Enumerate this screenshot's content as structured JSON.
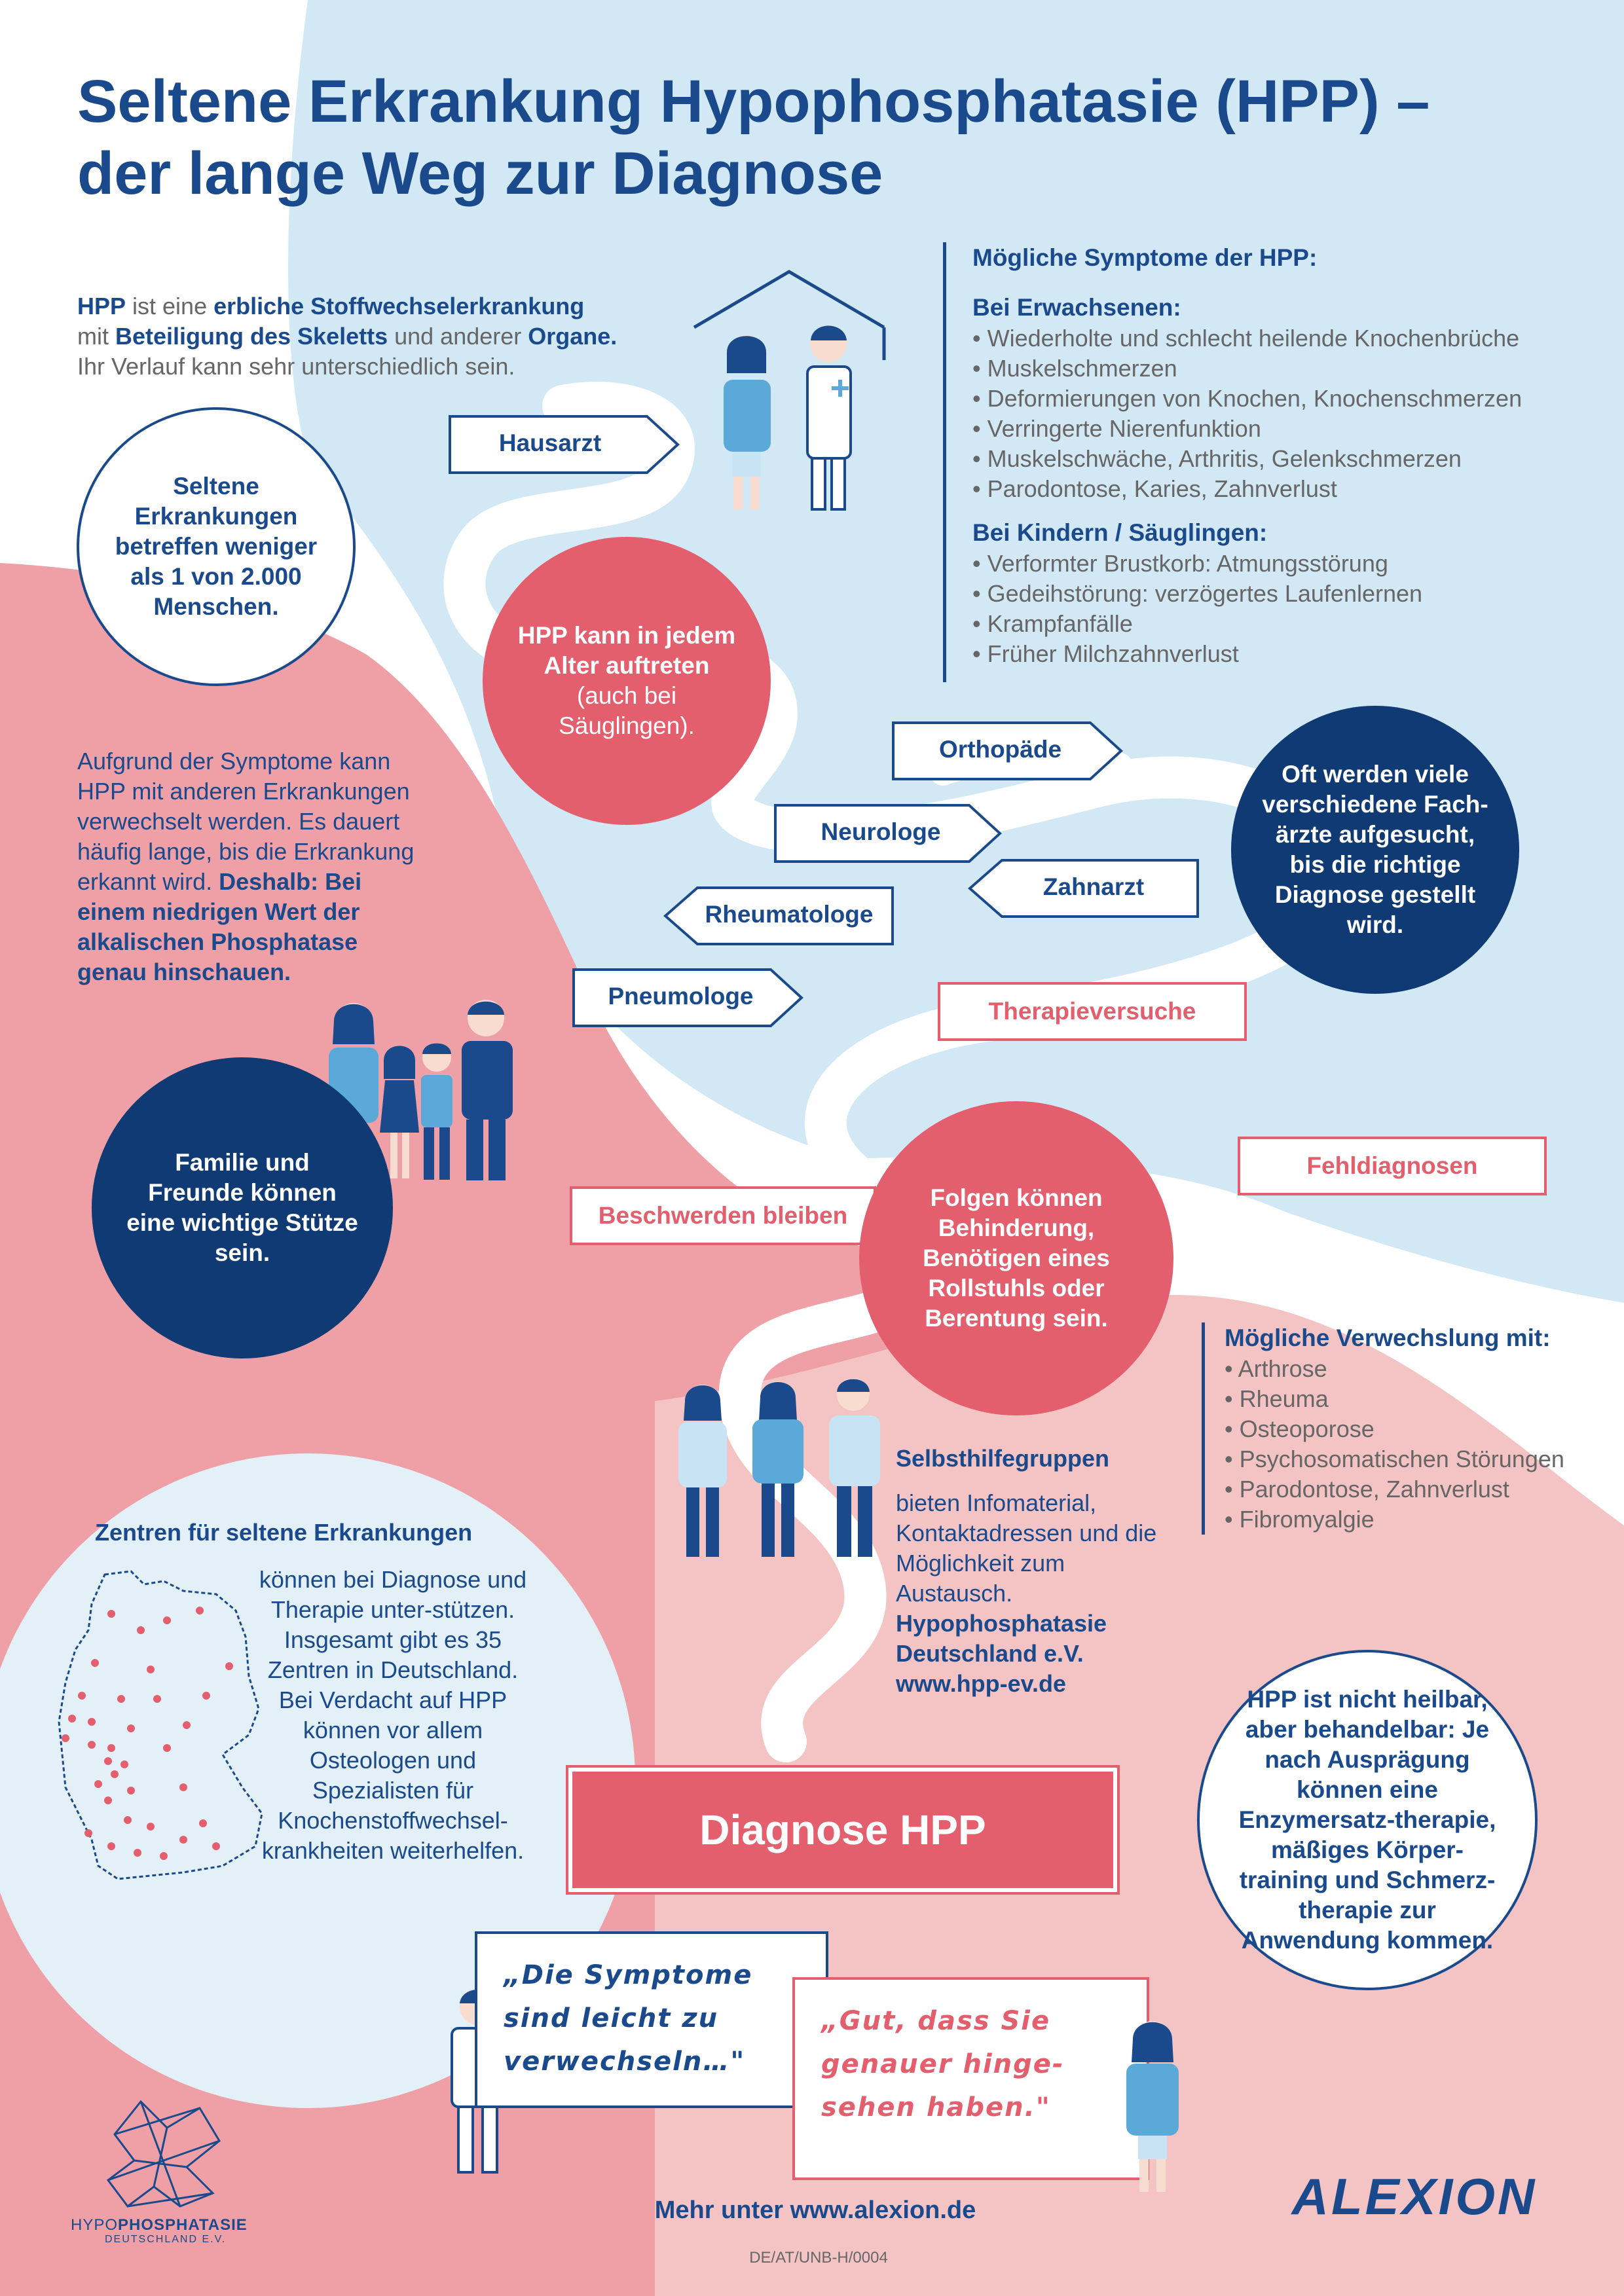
{
  "title": {
    "line1": "Seltene Erkrankung Hypophosphatasie (HPP) –",
    "line2": "der lange Weg zur Diagnose"
  },
  "intro": {
    "p1": "HPP",
    "p2": " ist eine ",
    "p3": "erbliche Stoffwechselerkrankung",
    "p4": " mit ",
    "p5": "Beteiligung des Skeletts",
    "p6": " und anderer ",
    "p7": "Organe.",
    "p8": "Ihr Verlauf kann sehr unterschiedlich sein."
  },
  "circles": {
    "seltene": "Seltene Erkrankungen betreffen weniger als 1 von 2.000 Menschen.",
    "hpp_alter_bold": "HPP kann in jedem Alter auftreten",
    "hpp_alter_normal": "(auch bei Säuglingen).",
    "oft": "Oft werden viele verschiedene Fach-ärzte aufgesucht, bis die richtige Diagnose gestellt wird.",
    "familie": "Familie und Freunde können eine wichtige Stütze sein.",
    "folgen": "Folgen können Behinderung, Benötigen eines Rollstuhls oder Berentung sein.",
    "heilbar": "HPP ist nicht heilbar, aber behandelbar: Je nach Ausprägung können eine Enzymersatz-therapie, mäßiges Körper-training und Schmerz-therapie zur Anwendung kommen."
  },
  "symptoms": {
    "heading": "Mögliche Symptome der HPP:",
    "adults_heading": "Bei Erwachsenen:",
    "adults": [
      "Wiederholte und schlecht heilende Knochenbrüche",
      "Muskelschmerzen",
      "Deformierungen von Knochen, Knochenschmerzen",
      "Verringerte Nierenfunktion",
      "Muskelschwäche, Arthritis, Gelenkschmerzen",
      "Parodontose, Karies, Zahnverlust"
    ],
    "children_heading": "Bei Kindern / Säuglingen:",
    "children": [
      "Verformter Brustkorb: Atmungsstörung",
      "Gedeihstörung: verzögertes Laufenlernen",
      "Krampfanfälle",
      "Früher Milchzahnverlust"
    ]
  },
  "tags": {
    "hausarzt": "Hausarzt",
    "orthopaede": "Orthopäde",
    "neurologe": "Neurologe",
    "zahnarzt": "Zahnarzt",
    "rheumatologe": "Rheumatologe",
    "pneumologe": "Pneumologe",
    "therapie": "Therapieversuche",
    "fehl": "Fehldiagnosen",
    "beschwerden": "Beschwerden bleiben"
  },
  "aufgrund": {
    "normal": "Aufgrund der Symptome kann HPP mit anderen Erkrankungen verwechselt werden. Es dauert häufig lange, bis die Erkrankung erkannt wird. ",
    "bold": "Deshalb: Bei einem niedrigen Wert der alkalischen Phosphatase genau hinschauen."
  },
  "verwechslung": {
    "heading": "Mögliche Verwechslung mit:",
    "items": [
      "Arthrose",
      "Rheuma",
      "Osteoporose",
      "Psychosomatischen Störungen",
      "Parodontose, Zahnverlust",
      "Fibromyalgie"
    ]
  },
  "selbsthilfe": {
    "heading": "Selbsthilfegruppen",
    "text": "bieten Infomaterial, Kontaktadressen und die Möglichkeit zum Austausch.",
    "org": "Hypophosphatasie Deutschland e.V.",
    "url": "www.hpp-ev.de"
  },
  "zentren": {
    "heading": "Zentren für seltene Erkrankungen",
    "text": "können bei Diagnose und Therapie unter-stützen. Insgesamt gibt es 35 Zentren in Deutschland. Bei Verdacht auf HPP können vor allem Osteologen und Spezialisten für Knochenstoffwechsel-krankheiten weiterhelfen."
  },
  "diagnose": "Diagnose HPP",
  "quotes": {
    "doctor": "„Die Symptome sind leicht zu verwechseln…\"",
    "patient": "„Gut, dass Sie genauer hinge-sehen haben.\""
  },
  "footer": {
    "mehr": "Mehr unter www.alexion.de",
    "code": "DE/AT/UNB-H/0004",
    "alexion": "ALEXION",
    "hpp_logo_a": "HYPO",
    "hpp_logo_b": "PHOSPHATASIE",
    "hpp_logo_sub": "DEUTSCHLAND E.V."
  },
  "colors": {
    "navy": "#1a4a8c",
    "dark_navy": "#0f3a73",
    "red": "#e45f6d",
    "pink": "#efa0a6",
    "light_pink": "#f4c4c4",
    "light_blue": "#d3e8f5",
    "gray_text": "#666666"
  }
}
